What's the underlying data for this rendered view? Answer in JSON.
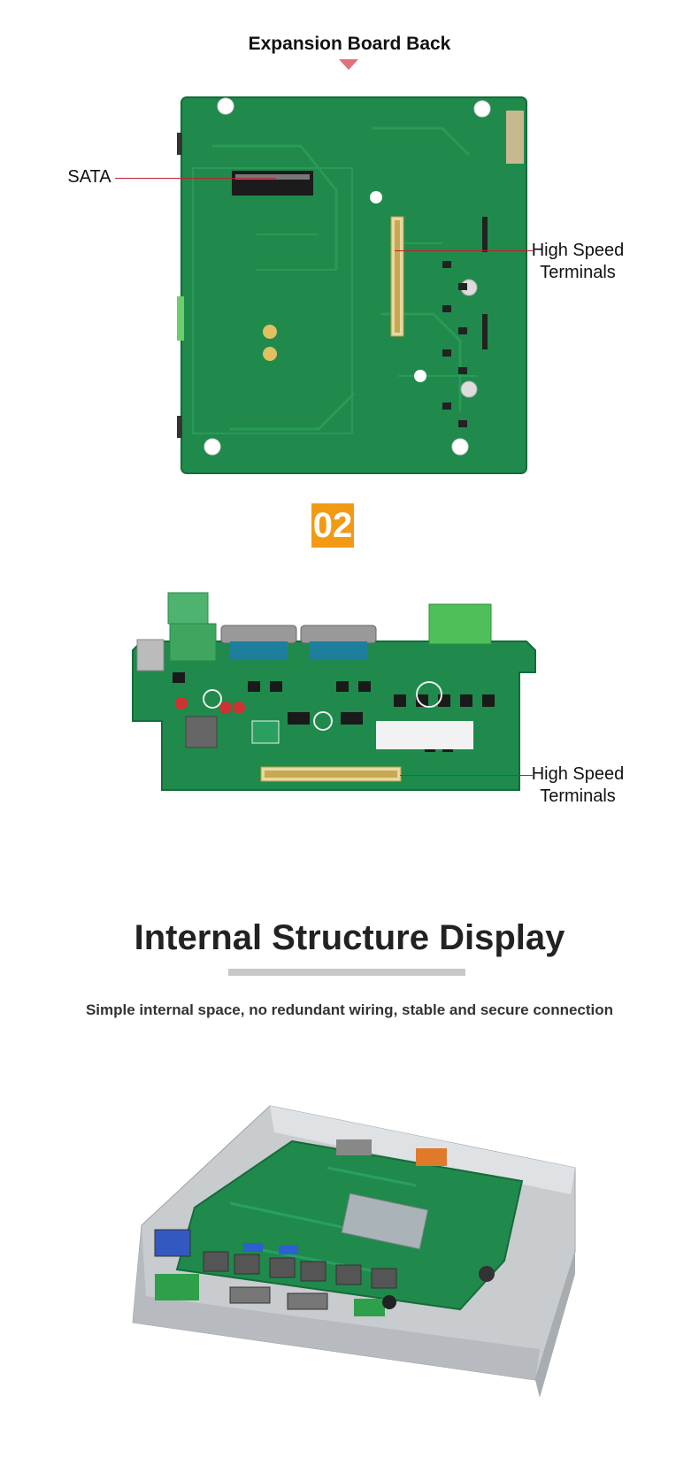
{
  "section1": {
    "title": "Expansion Board Back",
    "labels": {
      "sata": "SATA",
      "high_speed_line1": "High Speed",
      "high_speed_line2": "Terminals"
    }
  },
  "section2": {
    "badge": "02",
    "labels": {
      "high_speed_line1": "High Speed",
      "high_speed_line2": "Terminals"
    }
  },
  "section3": {
    "title": "Internal Structure Display",
    "subtitle": "Simple internal space, no redundant wiring, stable and secure connection"
  },
  "colors": {
    "accent": "#f39a15",
    "pcb_green": "#1f8a4c",
    "leader_red": "#c02030",
    "triangle": "#e0707a",
    "divider": "#c8c8c8"
  }
}
